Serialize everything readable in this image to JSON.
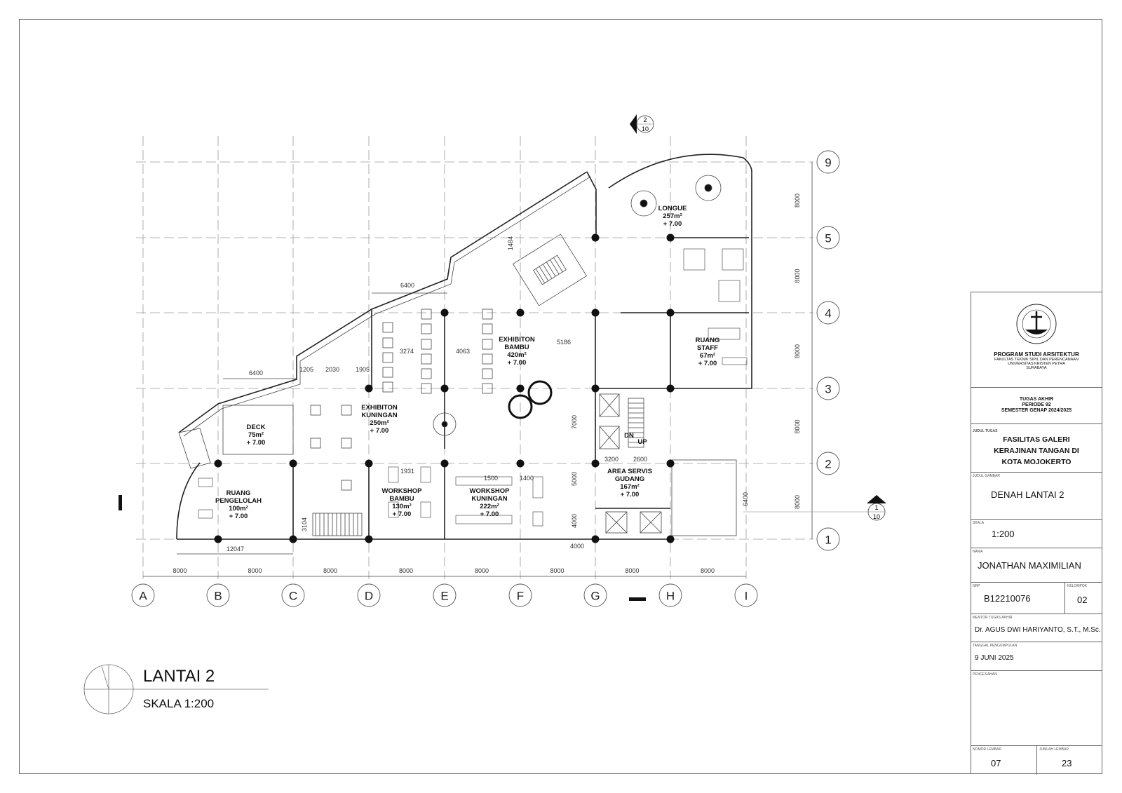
{
  "drawing": {
    "title": "LANTAI 2",
    "scale": "SKALA 1:200"
  },
  "grid": {
    "columns": [
      "A",
      "B",
      "C",
      "D",
      "E",
      "F",
      "G",
      "H",
      "I"
    ],
    "rows": [
      "9",
      "5",
      "4",
      "3",
      "2",
      "1"
    ]
  },
  "dimensions": {
    "bottom": [
      "8000",
      "8000",
      "8000",
      "8000",
      "8000",
      "8000",
      "8000",
      "8000"
    ],
    "right": [
      "8000",
      "8000",
      "8000",
      "8000",
      "8000"
    ],
    "internal": [
      "6400",
      "6400",
      "1205",
      "2030",
      "1905",
      "3274",
      "4063",
      "5186",
      "1931",
      "1500",
      "1400",
      "12047",
      "3104",
      "7000",
      "5000",
      "4000",
      "4000",
      "3200",
      "2600",
      "6400",
      "1484"
    ]
  },
  "rooms": [
    {
      "name1": "DECK",
      "name2": "",
      "area": "75m²",
      "level": "+ 7.00"
    },
    {
      "name1": "RUANG",
      "name2": "PENGELOLAH",
      "area": "100m²",
      "level": "+ 7.00"
    },
    {
      "name1": "EXHIBITON",
      "name2": "KUNINGAN",
      "area": "250m²",
      "level": "+ 7.00"
    },
    {
      "name1": "WORKSHOP",
      "name2": "BAMBU",
      "area": "130m²",
      "level": "+ 7.00"
    },
    {
      "name1": "WORKSHOP",
      "name2": "KUNINGAN",
      "area": "222m²",
      "level": "+ 7.00"
    },
    {
      "name1": "EXHIBITON",
      "name2": "BAMBU",
      "area": "420m²",
      "level": "+ 7.00"
    },
    {
      "name1": "LONGUE",
      "name2": "",
      "area": "257m²",
      "level": "+ 7.00"
    },
    {
      "name1": "RUANG",
      "name2": "STAFF",
      "area": "67m²",
      "level": "+ 7.00"
    },
    {
      "name1": "AREA SERVIS",
      "name2": "GUDANG",
      "area": "167m²",
      "level": "+ 7.00"
    }
  ],
  "stair": {
    "dn": "DN",
    "up": "UP"
  },
  "section_markers": [
    {
      "number": "2",
      "sheet": "10"
    },
    {
      "number": "1",
      "sheet": "10"
    }
  ],
  "title_block": {
    "program": "PROGRAM STUDI ARSITEKTUR",
    "faculty": "FAKULTAS TEKNIK SIPIL DAN PERENCANAAN",
    "university": "UNIVERSITAS KRISTEN PETRA",
    "city": "SURABAYA",
    "logo_text": "UNIVERSITAS KRISTEN PETRA",
    "task": "TUGAS AKHIR",
    "period": "PERIODE 92",
    "semester": "SEMESTER GENAP 2024/2025",
    "judul_tugas_label": "JUDUL TUGAS",
    "judul_tugas": [
      "FASILITAS GALERI",
      "KERAJINAN TANGAN DI",
      "KOTA MOJOKERTO"
    ],
    "judul_gambar_label": "JUDUL GAMBAR",
    "judul_gambar": "DENAH LANTAI 2",
    "skala_label": "SKALA",
    "skala": "1:200",
    "nama_label": "NAMA",
    "nama": "JONATHAN MAXIMILIAN",
    "nrp_label": "NRP",
    "nrp": "B12210076",
    "kelompok_label": "KELOMPOK",
    "kelompok": "02",
    "mentor_label": "MENTOR TUGAS AKHIR",
    "mentor": "Dr. AGUS DWI HARIYANTO, S.T., M.Sc.",
    "tanggal_label": "TANGGAL PENGUMPULAN",
    "tanggal": "9 JUNI 2025",
    "pengesahan_label": "PENGESAHAN",
    "nomor_label": "NOMOR LEMBAR",
    "nomor": "07",
    "jumlah_label": "JUMLAH LEMBAR",
    "jumlah": "23"
  }
}
